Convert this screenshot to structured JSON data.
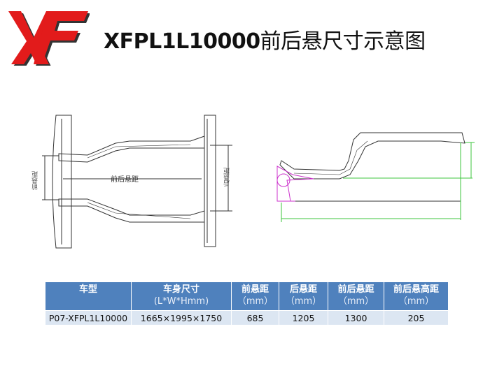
{
  "header": {
    "logo_text": "XF",
    "title_code": "XFPL1L10000",
    "title_cn": "前后悬尺寸示意图"
  },
  "drawing_top": {
    "front_label": "前悬距",
    "middle_label": "前后悬距",
    "rear_label": "后悬距"
  },
  "colors": {
    "header_bg": "#4f81bd",
    "row_bg": "#dce6f2",
    "logo_red": "#e21b1b",
    "dim_green": "#3cc43c",
    "mount_magenta": "#cc33cc"
  },
  "table": {
    "headers": [
      {
        "label": "车型",
        "sub": ""
      },
      {
        "label": "车身尺寸",
        "sub": "(L*W*Hmm)"
      },
      {
        "label": "前悬距",
        "sub": "（mm）"
      },
      {
        "label": "后悬距",
        "sub": "（mm）"
      },
      {
        "label": "前后悬距",
        "sub": "（mm）"
      },
      {
        "label": "前后悬高距",
        "sub": "（mm）"
      }
    ],
    "rows": [
      [
        "P07-XFPL1L10000",
        "1665×1995×1750",
        "685",
        "1205",
        "1300",
        "205"
      ]
    ]
  }
}
